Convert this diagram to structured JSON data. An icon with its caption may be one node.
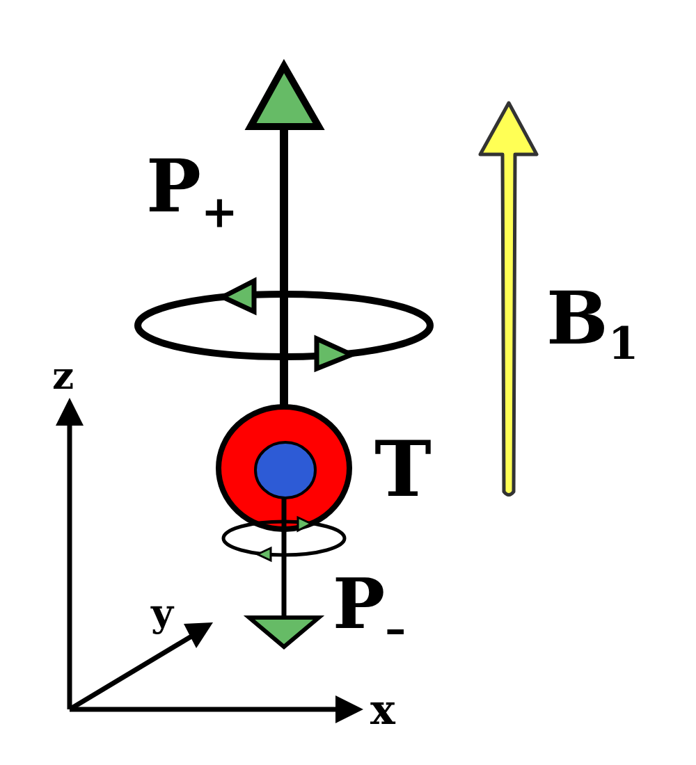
{
  "diagram": {
    "labels": [
      "P$_{+}$",
      "B$_{1}$",
      "z",
      "T",
      "P$_{–}$",
      "y",
      "x"
    ]
  }
}
